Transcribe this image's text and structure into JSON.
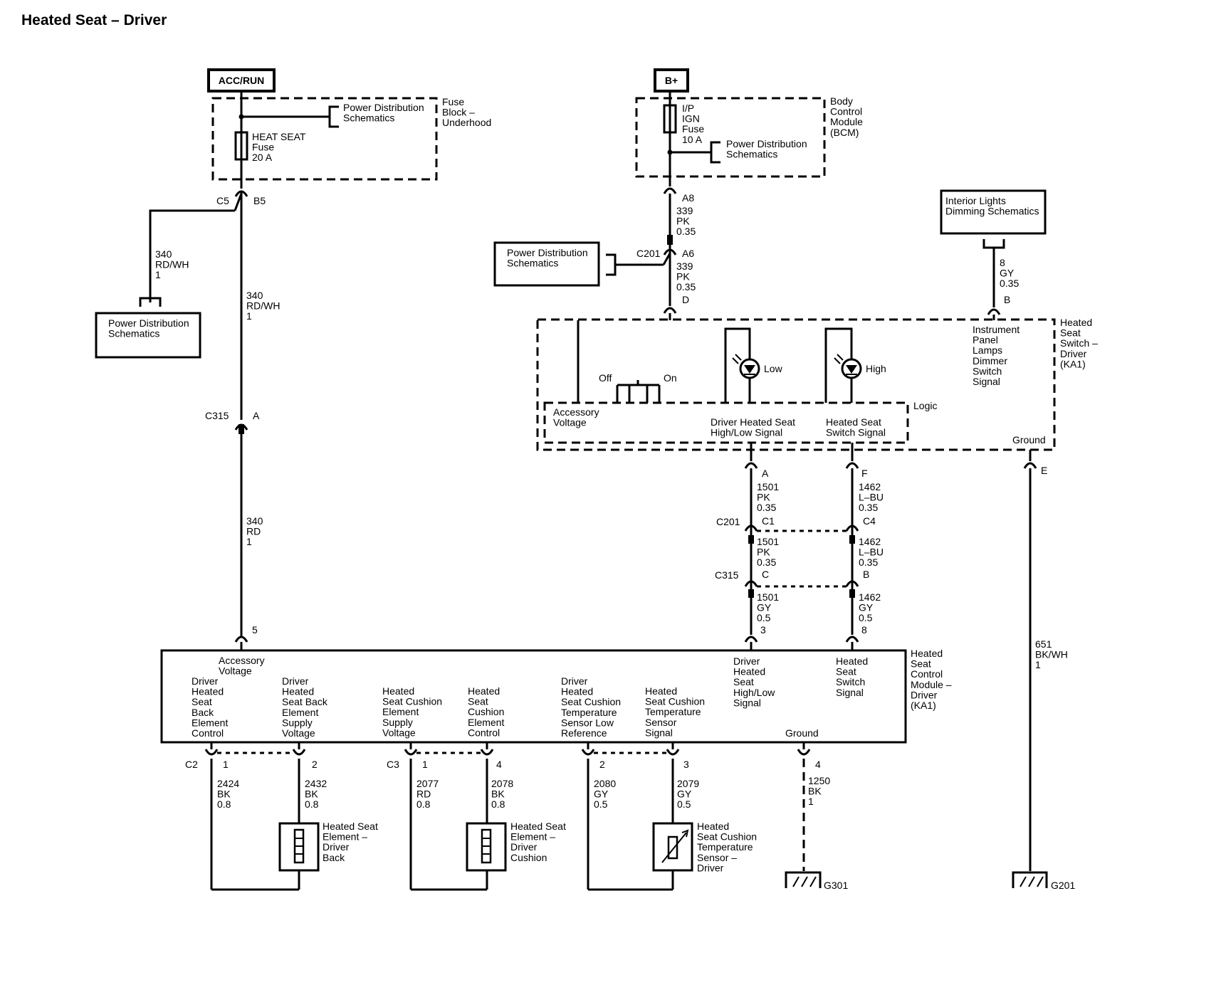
{
  "title": "Heated Seat – Driver",
  "power_sources": {
    "acc_run": "ACC/RUN",
    "b_plus": "B+"
  },
  "fuse_block": {
    "name": [
      "Fuse",
      "Block –",
      "Underhood"
    ],
    "fuse": [
      "HEAT SEAT",
      "Fuse",
      "20 A"
    ],
    "ref": [
      "Power Distribution",
      "Schematics"
    ]
  },
  "bcm": {
    "name": [
      "Body",
      "Control",
      "Module",
      "(BCM)"
    ],
    "fuse": [
      "I/P",
      "IGN",
      "Fuse",
      "10 A"
    ],
    "ref": [
      "Power Distribution",
      "Schematics"
    ]
  },
  "refs": {
    "left_pd": [
      "Power Distribution",
      "Schematics"
    ],
    "mid_pd": [
      "Power Distribution",
      "Schematics"
    ],
    "interior": [
      "Interior Lights",
      "Dimming Schematics"
    ]
  },
  "connectors": {
    "c5": "C5",
    "b5": "B5",
    "c315": "C315",
    "a": "A",
    "pin5": "5",
    "a8": "A8",
    "c201": "C201",
    "a6": "A6",
    "d": "D",
    "b": "B",
    "sw_a": "A",
    "sw_f": "F",
    "sw_e": "E",
    "c201b": "C201",
    "c1": "C1",
    "c4": "C4",
    "c315b": "C315",
    "c": "C",
    "b2": "B",
    "pin3": "3",
    "pin8": "8",
    "c2": "C2",
    "c2_1": "1",
    "c2_2": "2",
    "c3": "C3",
    "c3_1": "1",
    "c3_4": "4",
    "c_2": "2",
    "c_3": "3",
    "g_4": "4"
  },
  "wires": {
    "w340_branch": [
      "340",
      "RD/WH",
      "1"
    ],
    "w340_main": [
      "340",
      "RD/WH",
      "1"
    ],
    "w340_rd": [
      "340",
      "RD",
      "1"
    ],
    "w339a": [
      "339",
      "PK",
      "0.35"
    ],
    "w339b": [
      "339",
      "PK",
      "0.35"
    ],
    "w8": [
      "8",
      "GY",
      "0.35"
    ],
    "w1501a": [
      "1501",
      "PK",
      "0.35"
    ],
    "w1462a": [
      "1462",
      "L–BU",
      "0.35"
    ],
    "w1501b": [
      "1501",
      "PK",
      "0.35"
    ],
    "w1462b": [
      "1462",
      "L–BU",
      "0.35"
    ],
    "w1501c": [
      "1501",
      "GY",
      "0.5"
    ],
    "w1462c": [
      "1462",
      "GY",
      "0.5"
    ],
    "w651": [
      "651",
      "BK/WH",
      "1"
    ],
    "w2424": [
      "2424",
      "BK",
      "0.8"
    ],
    "w2432": [
      "2432",
      "BK",
      "0.8"
    ],
    "w2077": [
      "2077",
      "RD",
      "0.8"
    ],
    "w2078": [
      "2078",
      "BK",
      "0.8"
    ],
    "w2080": [
      "2080",
      "GY",
      "0.5"
    ],
    "w2079": [
      "2079",
      "GY",
      "0.5"
    ],
    "w1250": [
      "1250",
      "BK",
      "1"
    ]
  },
  "switch": {
    "name": [
      "Heated",
      "Seat",
      "Switch –",
      "Driver",
      "(KA1)"
    ],
    "off": "Off",
    "on": "On",
    "low": "Low",
    "high": "High",
    "logic": "Logic",
    "acc": [
      "Accessory",
      "Voltage"
    ],
    "hl": [
      "Driver Heated Seat",
      "High/Low Signal"
    ],
    "ss": [
      "Heated Seat",
      "Switch Signal"
    ],
    "dim": [
      "Instrument",
      "Panel",
      "Lamps",
      "Dimmer",
      "Switch",
      "Signal"
    ],
    "ground": "Ground"
  },
  "module": {
    "name": [
      "Heated",
      "Seat",
      "Control",
      "Module –",
      "Driver",
      "(KA1)"
    ],
    "acc": [
      "Accessory",
      "Voltage"
    ],
    "hl": [
      "Driver",
      "Heated",
      "Seat",
      "High/Low",
      "Signal"
    ],
    "ss": [
      "Heated",
      "Seat",
      "Switch",
      "Signal"
    ],
    "back_ctrl": [
      "Driver",
      "Heated",
      "Seat",
      "Back",
      "Element",
      "Control"
    ],
    "back_sup": [
      "Driver",
      "Heated",
      "Seat Back",
      "Element",
      "Supply",
      "Voltage"
    ],
    "cush_sup": [
      "Heated",
      "Seat Cushion",
      "Element",
      "Supply",
      "Voltage"
    ],
    "cush_ctrl": [
      "Heated",
      "Seat",
      "Cushion",
      "Element",
      "Control"
    ],
    "temp_low": [
      "Driver",
      "Heated",
      "Seat Cushion",
      "Temperature",
      "Sensor Low",
      "Reference"
    ],
    "temp_sig": [
      "Heated",
      "Seat Cushion",
      "Temperature",
      "Sensor",
      "Signal"
    ],
    "ground": "Ground"
  },
  "components": {
    "back": [
      "Heated Seat",
      "Element –",
      "Driver",
      "Back"
    ],
    "cushion": [
      "Heated Seat",
      "Element –",
      "Driver",
      "Cushion"
    ],
    "sensor": [
      "Heated",
      "Seat Cushion",
      "Temperature",
      "Sensor –",
      "Driver"
    ]
  },
  "grounds": {
    "g301": "G301",
    "g201": "G201"
  }
}
